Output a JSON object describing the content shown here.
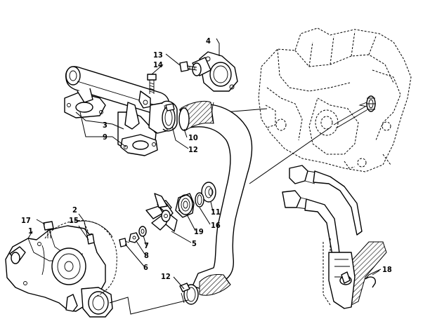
{
  "callouts": [
    {
      "id": "c1",
      "text": "1"
    },
    {
      "id": "c2",
      "text": "2"
    },
    {
      "id": "c3",
      "text": "3"
    },
    {
      "id": "c4",
      "text": "4"
    },
    {
      "id": "c5",
      "text": "5"
    },
    {
      "id": "c6",
      "text": "6"
    },
    {
      "id": "c7",
      "text": "7"
    },
    {
      "id": "c8",
      "text": "8"
    },
    {
      "id": "c9",
      "text": "9"
    },
    {
      "id": "c10",
      "text": "10"
    },
    {
      "id": "c11",
      "text": "11"
    },
    {
      "id": "c12a",
      "text": "12"
    },
    {
      "id": "c12b",
      "text": "12"
    },
    {
      "id": "c13",
      "text": "13"
    },
    {
      "id": "c14",
      "text": "14"
    },
    {
      "id": "c15",
      "text": "15"
    },
    {
      "id": "c16",
      "text": "16"
    },
    {
      "id": "c17",
      "text": "17"
    },
    {
      "id": "c18",
      "text": "18"
    },
    {
      "id": "c19",
      "text": "19"
    }
  ]
}
